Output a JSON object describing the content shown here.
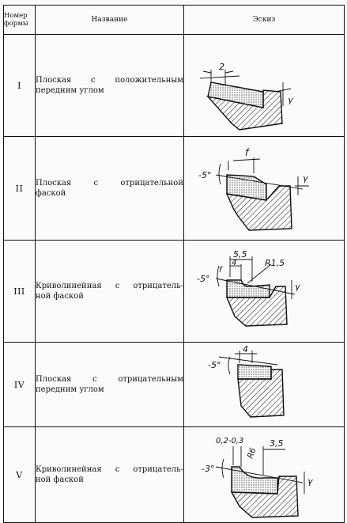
{
  "header": {
    "number": "Номер\nформы",
    "number_l1": "Номер",
    "number_l2": "формы",
    "name": "Название",
    "sketch": "Эскиз"
  },
  "rows": [
    {
      "number": "I",
      "name_l1": "Плоская с положительным",
      "name_l2": "передним углом",
      "sketch_labels": [
        "2",
        "γ"
      ]
    },
    {
      "number": "II",
      "name_l1": "Плоская с отрицательной",
      "name_l2": "фаской",
      "sketch_labels": [
        "f",
        "-5°",
        "γ"
      ]
    },
    {
      "number": "III",
      "name_l1": "Криволинейная с отрицатель-",
      "name_l2": "ной фаской",
      "sketch_labels": [
        "5,5",
        "4",
        "R1,5",
        "f",
        "-5°",
        "γ"
      ]
    },
    {
      "number": "IV",
      "name_l1": "Плоская с отрицательным",
      "name_l2": "передним углом",
      "sketch_labels": [
        "4",
        "-5°"
      ]
    },
    {
      "number": "V",
      "name_l1": "Криволинейная с отрицатель-",
      "name_l2": "ной фаской",
      "sketch_labels": [
        "0,2-0,3",
        "3,5",
        "R6",
        "-3°",
        "γ"
      ]
    }
  ],
  "colors": {
    "ink": "#111111",
    "paper": "#fbfbf9"
  }
}
